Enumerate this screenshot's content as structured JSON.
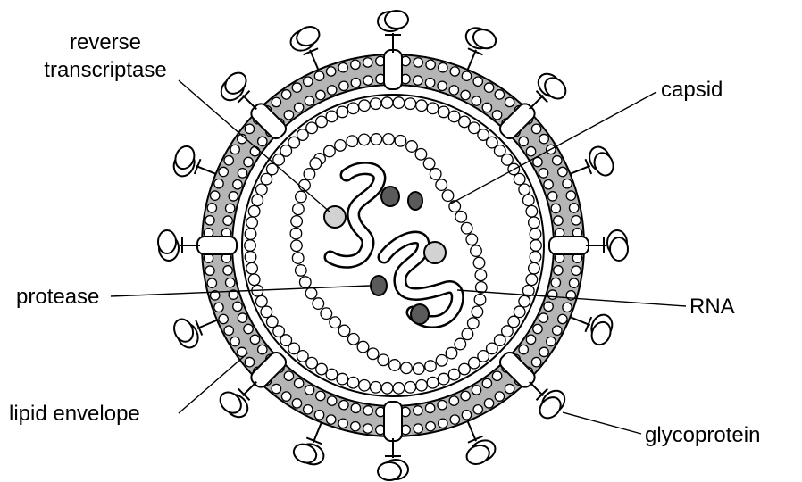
{
  "labels": {
    "reverse_transcriptase_line1": "reverse",
    "reverse_transcriptase_line2": "transcriptase",
    "capsid": "capsid",
    "protease": "protease",
    "rna": "RNA",
    "lipid_envelope": "lipid envelope",
    "glycoprotein": "glycoprotein"
  },
  "colors": {
    "envelope_fill": "#b5b5b5",
    "protease_fill": "#5a5a5a",
    "reverse_transcriptase_fill": "#d2d2d2",
    "outline": "#000000",
    "background": "#ffffff"
  }
}
